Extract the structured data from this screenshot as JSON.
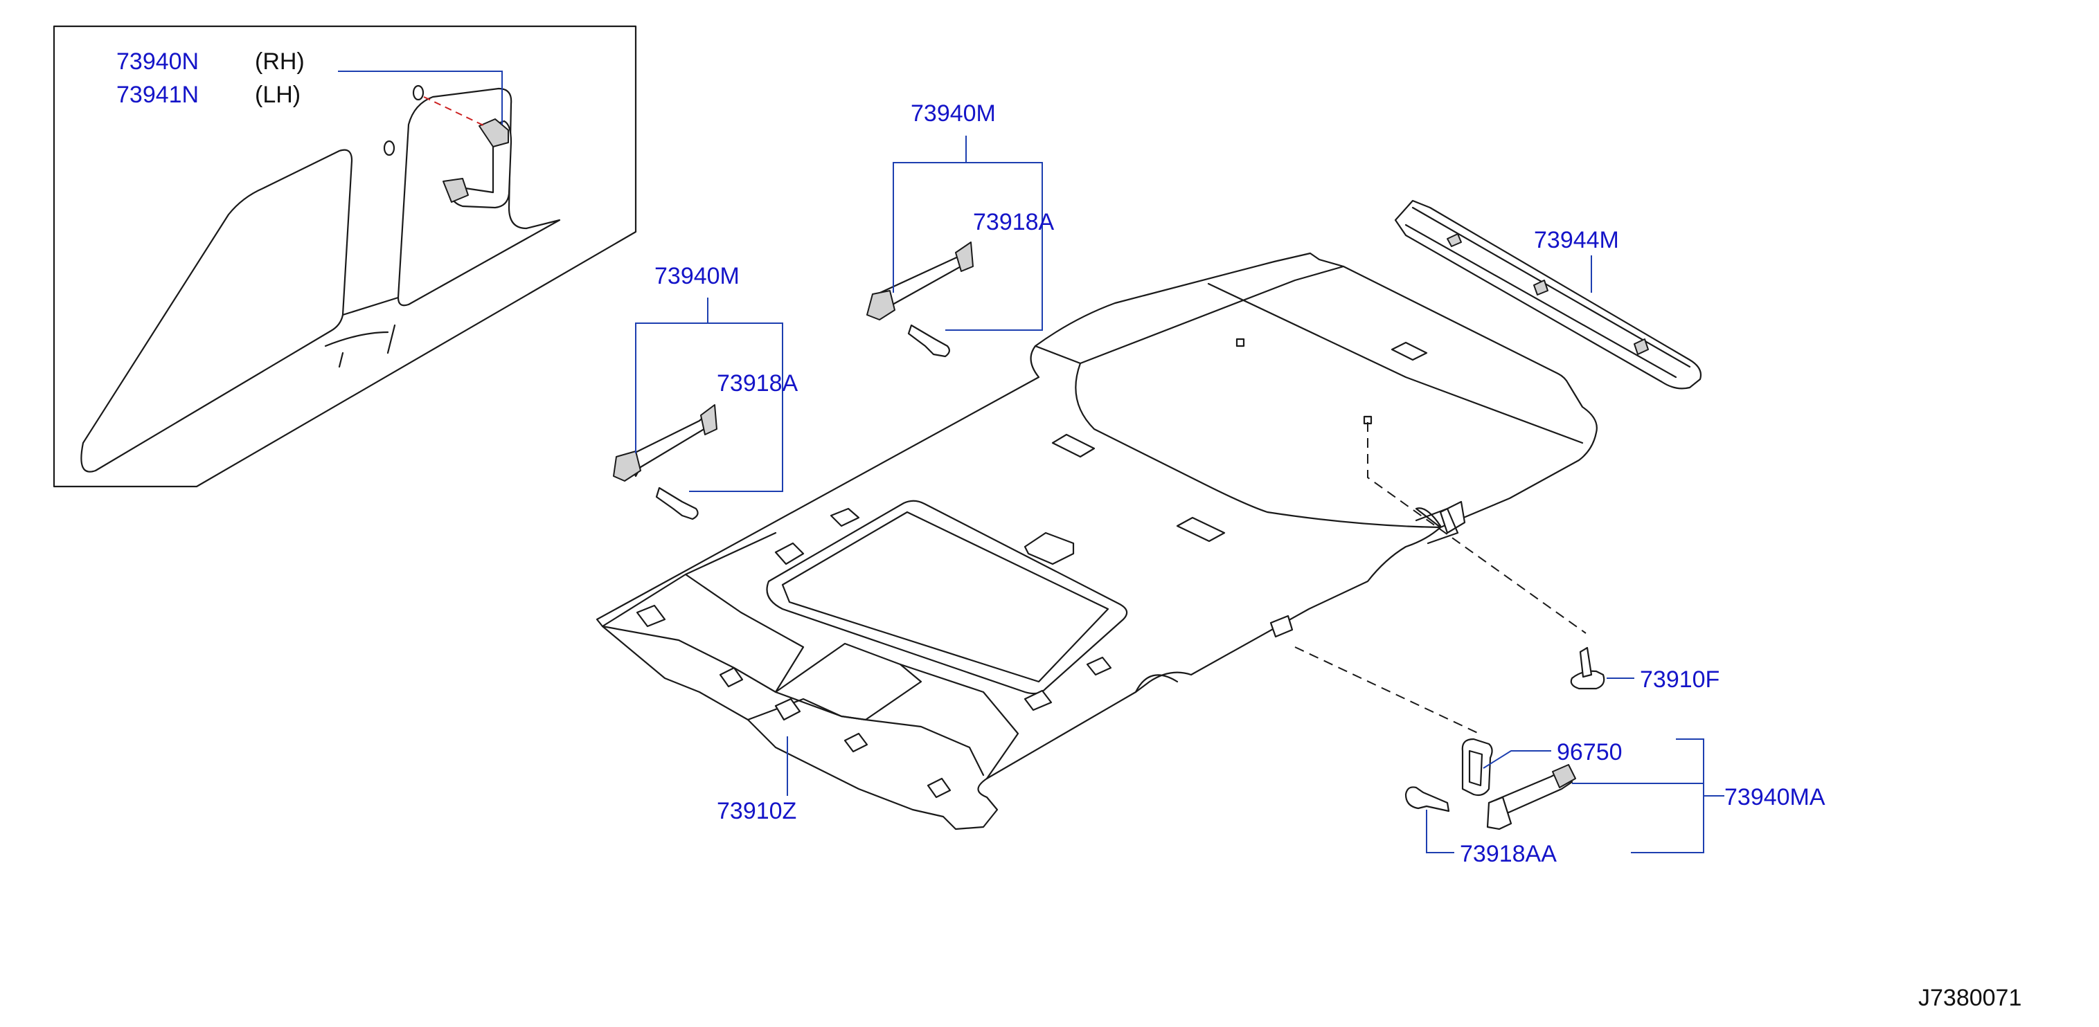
{
  "callouts": {
    "inset_rh_part": "73940N",
    "inset_rh_side": "(RH)",
    "inset_lh_part": "73941N",
    "inset_lh_side": "(LH)",
    "assist_grip_upper": "73940M",
    "grip_cover_upper": "73918A",
    "assist_grip_left": "73940M",
    "grip_cover_left": "73918A",
    "headlining_sub": "73944M",
    "clip": "73910F",
    "clip_96750": "96750",
    "assist_grip_assy": "73940MA",
    "grip_cover_assy": "73918AA",
    "headlining": "73910Z"
  },
  "diagram_code": "J7380071"
}
